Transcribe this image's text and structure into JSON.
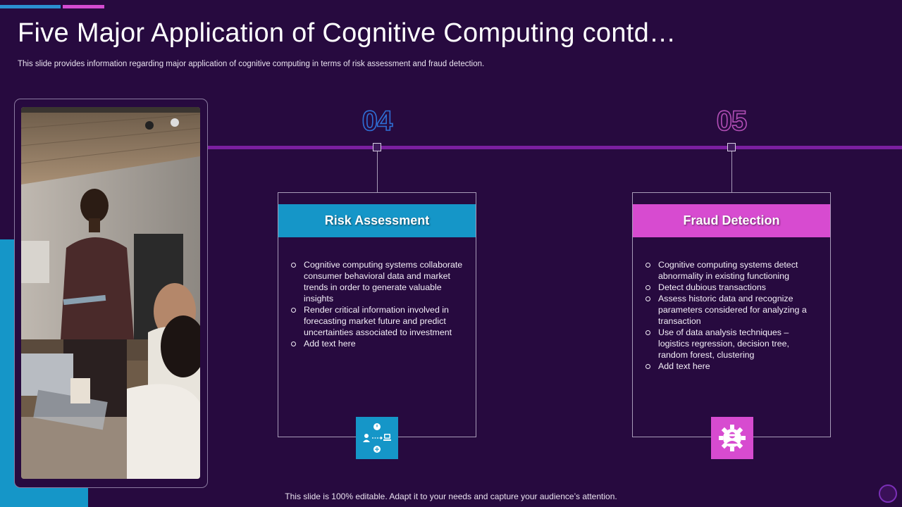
{
  "slide": {
    "title": "Five Major Application of Cognitive Computing contd…",
    "subtitle": "This slide provides information regarding major application of cognitive computing in terms of risk assessment and fraud detection.",
    "footer": "This slide is 100% editable. Adapt it to your needs and capture your audience’s attention."
  },
  "items": [
    {
      "number": "04",
      "heading": "Risk Assessment",
      "bullets": [
        "Cognitive computing systems collaborate consumer behavioral data and market trends in order to generate valuable insights",
        "Render critical information involved in forecasting market future and predict uncertainties associated to investment",
        "Add text here"
      ],
      "icon": "risk-assessment-icon",
      "color": "#1596c8"
    },
    {
      "number": "05",
      "heading": "Fraud Detection",
      "bullets": [
        "Cognitive computing systems detect abnormality in existing functioning",
        "Detect dubious transactions",
        "Assess historic data and recognize parameters considered for analyzing a transaction",
        "Use of data analysis techniques – logistics regression, decision tree, random forest, clustering",
        "Add text here"
      ],
      "icon": "fraud-detection-icon",
      "color": "#d74bd0"
    }
  ],
  "colors": {
    "background": "#270a3f",
    "timeline": "#7b1fa0",
    "accent_blue": "#1596c8",
    "accent_pink": "#d74bd0"
  }
}
